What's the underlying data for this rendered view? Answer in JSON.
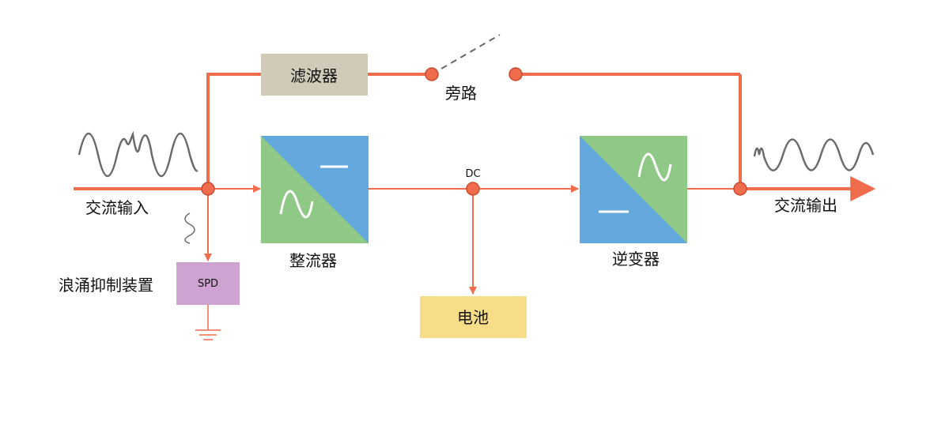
{
  "labels": {
    "filter": "滤波器",
    "bypass": "旁路",
    "ac_input": "交流输入",
    "ac_output": "交流输出",
    "rectifier": "整流器",
    "inverter": "逆变器",
    "dc": "DC",
    "battery": "电池",
    "surge_suppressor": "浪涌抑制装置",
    "spd": "SPD"
  },
  "colors": {
    "line": "#ef6c4c",
    "filter_box": "#cfcbb8",
    "spd_box": "#cfa3d1",
    "battery_box": "#f7dd87",
    "blue": "#64a9de",
    "green": "#90c987",
    "wave": "#6b6b6b",
    "switch_dash": "#666666",
    "ground": "#ef6c4c"
  },
  "icons": [
    "sine-wave-icon",
    "dc-line-icon",
    "ground-icon",
    "bypass-switch-icon"
  ]
}
